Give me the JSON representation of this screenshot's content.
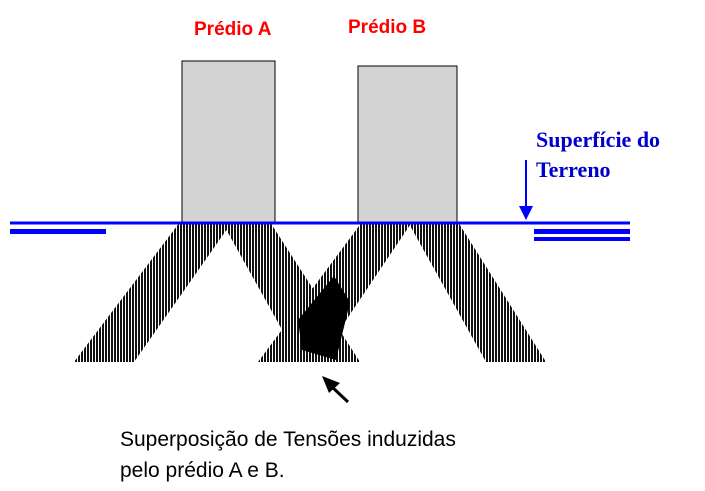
{
  "labels": {
    "building_a": "Prédio A",
    "building_b": "Prédio B",
    "surface_line1": "Superfície do",
    "surface_line2": "Terreno"
  },
  "caption": {
    "line1": "Superposição de Tensões induzidas",
    "line2": "pelo prédio A e B."
  },
  "colors": {
    "building_label": "#ff0000",
    "surface": "#0000cc",
    "building_fill": "#d3d3d3",
    "stress_bulb": "#111111"
  }
}
